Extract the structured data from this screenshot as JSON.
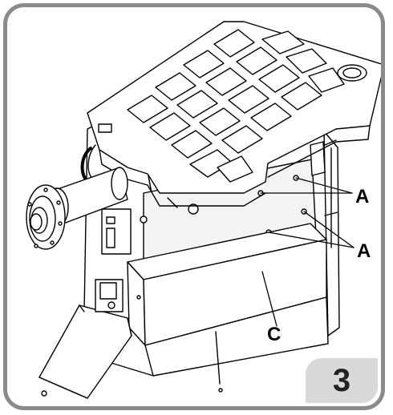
{
  "figure": {
    "step_number": "3",
    "callouts": {
      "a_upper": "A",
      "a_lower": "A",
      "c": "C"
    }
  },
  "colors": {
    "frame": "#8a8a8a",
    "badge_bg": "#d9d9d9",
    "line": "#000000"
  }
}
